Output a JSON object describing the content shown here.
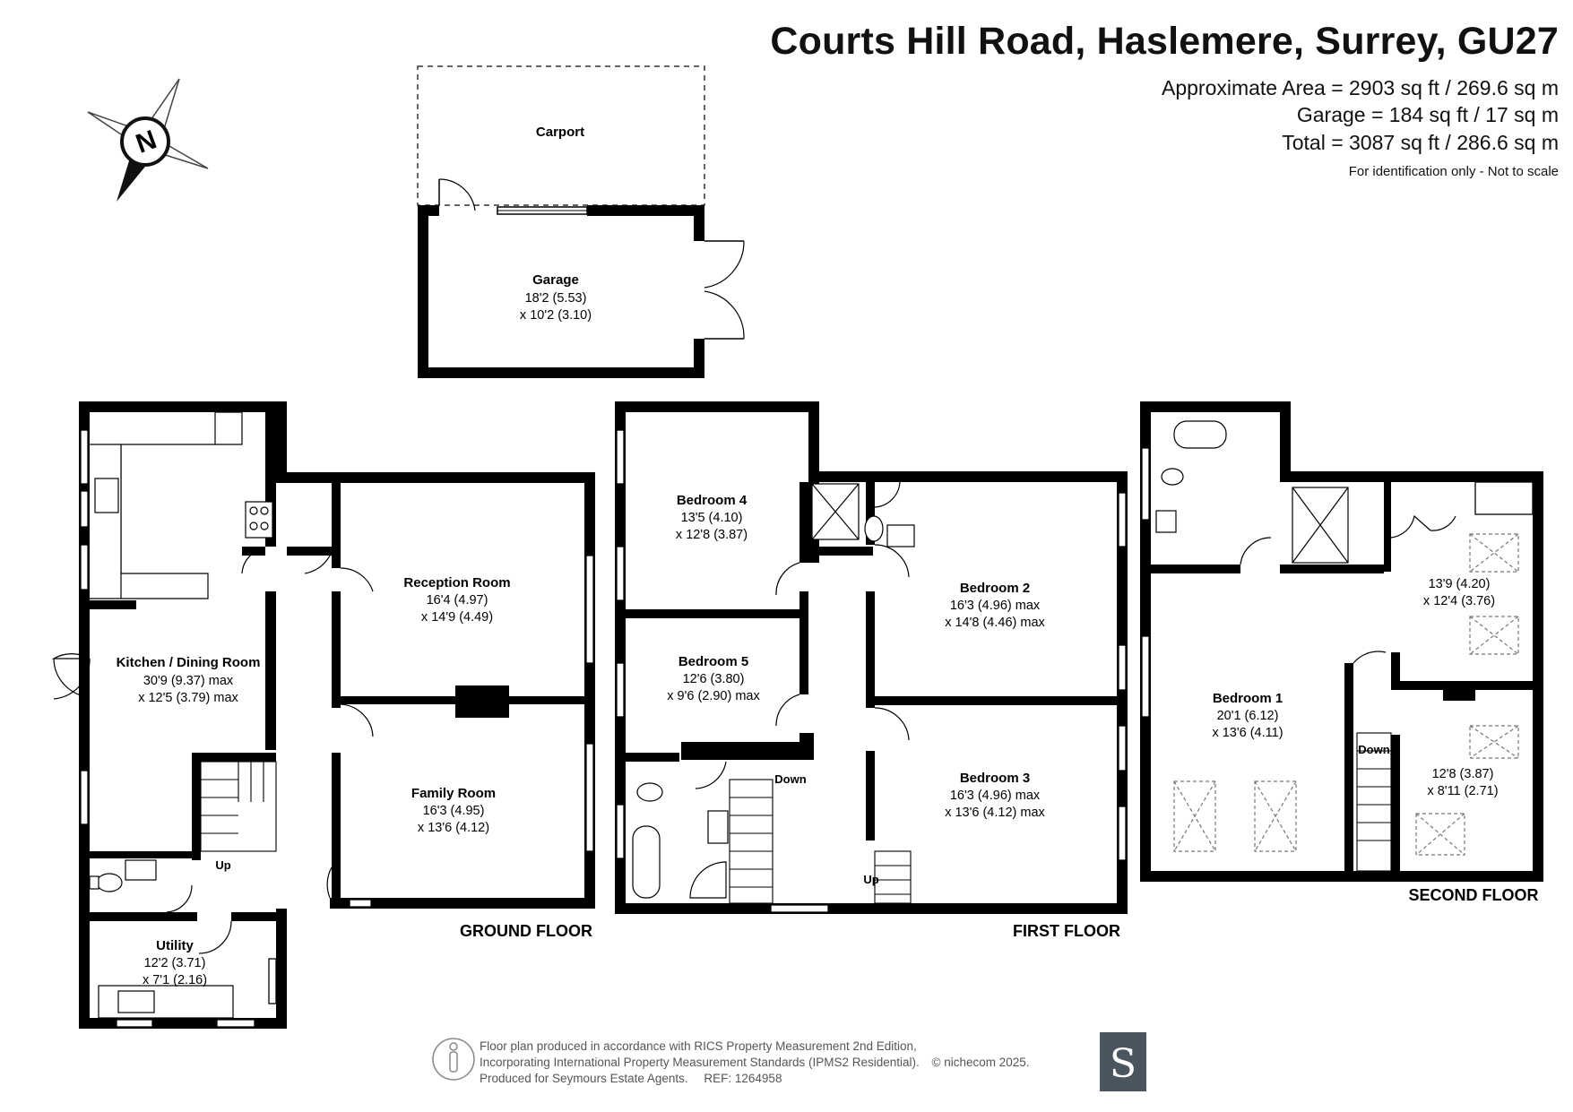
{
  "header": {
    "title": "Courts Hill Road, Haslemere, Surrey, GU27",
    "approx_area": "Approximate Area = 2903 sq ft / 269.6 sq m",
    "garage_area": "Garage = 184 sq ft / 17 sq m",
    "total_area": "Total = 3087 sq ft / 286.6 sq m",
    "note": "For identification only - Not to scale"
  },
  "compass": {
    "letter": "N"
  },
  "outbuilding": {
    "carport": "Carport",
    "garage": {
      "name": "Garage",
      "dim1": "18'2 (5.53)",
      "dim2": "x 10'2 (3.10)"
    }
  },
  "ground_floor": {
    "label": "GROUND FLOOR",
    "kitchen": {
      "name": "Kitchen / Dining Room",
      "dim1": "30'9 (9.37) max",
      "dim2": "x 12'5 (3.79) max"
    },
    "reception": {
      "name": "Reception Room",
      "dim1": "16'4 (4.97)",
      "dim2": "x 14'9 (4.49)"
    },
    "family": {
      "name": "Family Room",
      "dim1": "16'3 (4.95)",
      "dim2": "x 13'6 (4.12)"
    },
    "utility": {
      "name": "Utility",
      "dim1": "12'2 (3.71)",
      "dim2": "x 7'1 (2.16)"
    },
    "stairs": "Up"
  },
  "first_floor": {
    "label": "FIRST FLOOR",
    "bedroom4": {
      "name": "Bedroom 4",
      "dim1": "13'5 (4.10)",
      "dim2": "x 12'8 (3.87)"
    },
    "bedroom5": {
      "name": "Bedroom 5",
      "dim1": "12'6 (3.80)",
      "dim2": "x 9'6 (2.90) max"
    },
    "bedroom2": {
      "name": "Bedroom 2",
      "dim1": "16'3 (4.96) max",
      "dim2": "x 14'8 (4.46) max"
    },
    "bedroom3": {
      "name": "Bedroom 3",
      "dim1": "16'3 (4.96) max",
      "dim2": "x 13'6 (4.12) max"
    },
    "stairs_down": "Down",
    "stairs_up": "Up"
  },
  "second_floor": {
    "label": "SECOND FLOOR",
    "bedroom1": {
      "name": "Bedroom 1",
      "dim1": "20'1 (6.12)",
      "dim2": "x 13'6 (4.11)"
    },
    "room_a": {
      "dim1": "13'9 (4.20)",
      "dim2": "x 12'4 (3.76)"
    },
    "room_b": {
      "dim1": "12'8 (3.87)",
      "dim2": "x 8'11 (2.71)"
    },
    "stairs_down": "Down"
  },
  "footer": {
    "line1": "Floor plan produced in accordance with RICS Property Measurement 2nd Edition,",
    "line2": "Incorporating International Property Measurement Standards (IPMS2 Residential).",
    "line3": "Produced for Seymours Estate Agents.",
    "ref": "REF: 1264958",
    "copyright": "© nichecom 2025.",
    "logo_letter": "S"
  },
  "colors": {
    "wall": "#000000",
    "logo_bg": "#4a5560",
    "logo_fg": "#ffffff",
    "footer_text": "#555555"
  }
}
